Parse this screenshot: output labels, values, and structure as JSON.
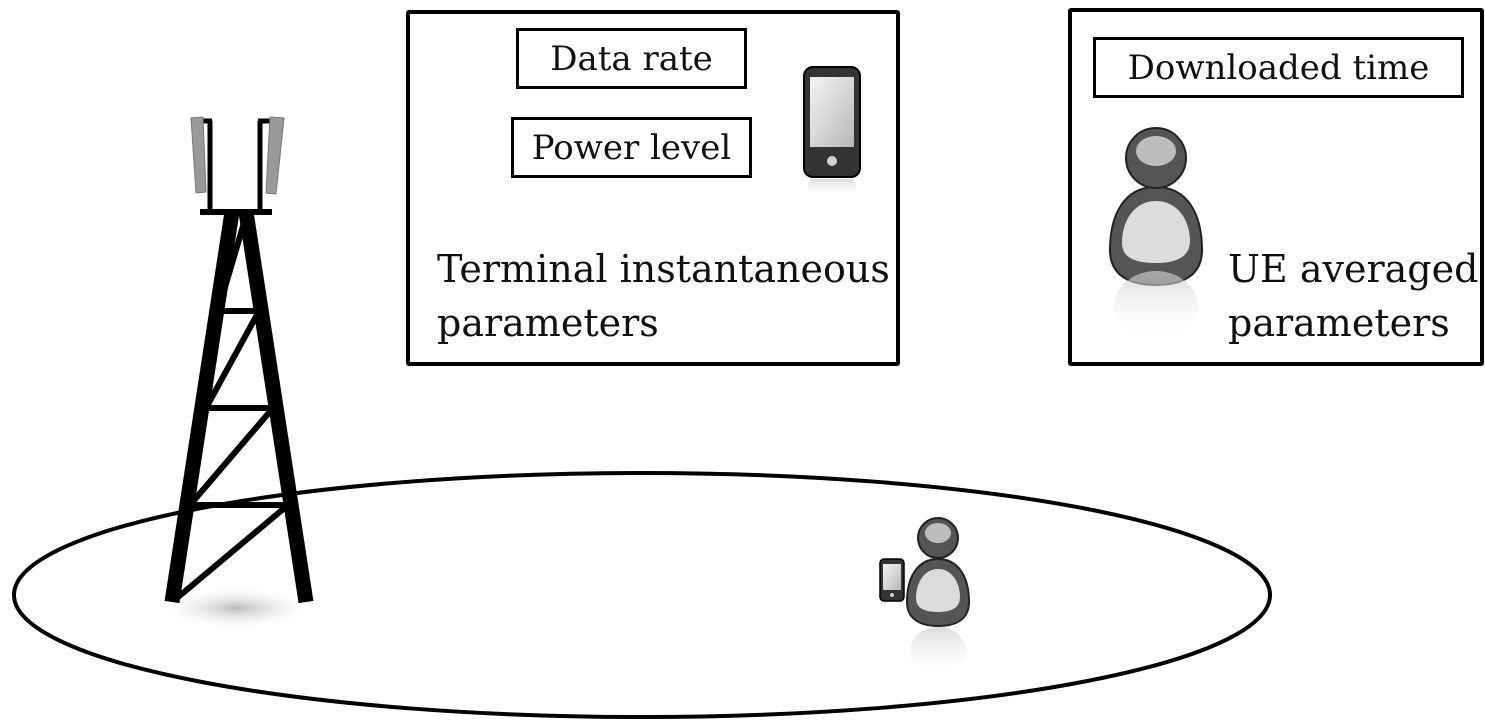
{
  "terminal_panel": {
    "data_rate_label": "Data rate",
    "power_level_label": "Power level",
    "caption_line1": "Terminal instantaneous",
    "caption_line2": "parameters"
  },
  "ue_panel": {
    "downloaded_time_label": "Downloaded time",
    "caption_line1": "UE averaged",
    "caption_line2": "parameters"
  },
  "icons": {
    "tower": "cell-tower-icon",
    "phone": "smartphone-icon",
    "user": "user-icon"
  },
  "colors": {
    "stroke": "#000000",
    "antenna": "#999999",
    "user_body": "#555555",
    "user_face": "#dddddd"
  }
}
